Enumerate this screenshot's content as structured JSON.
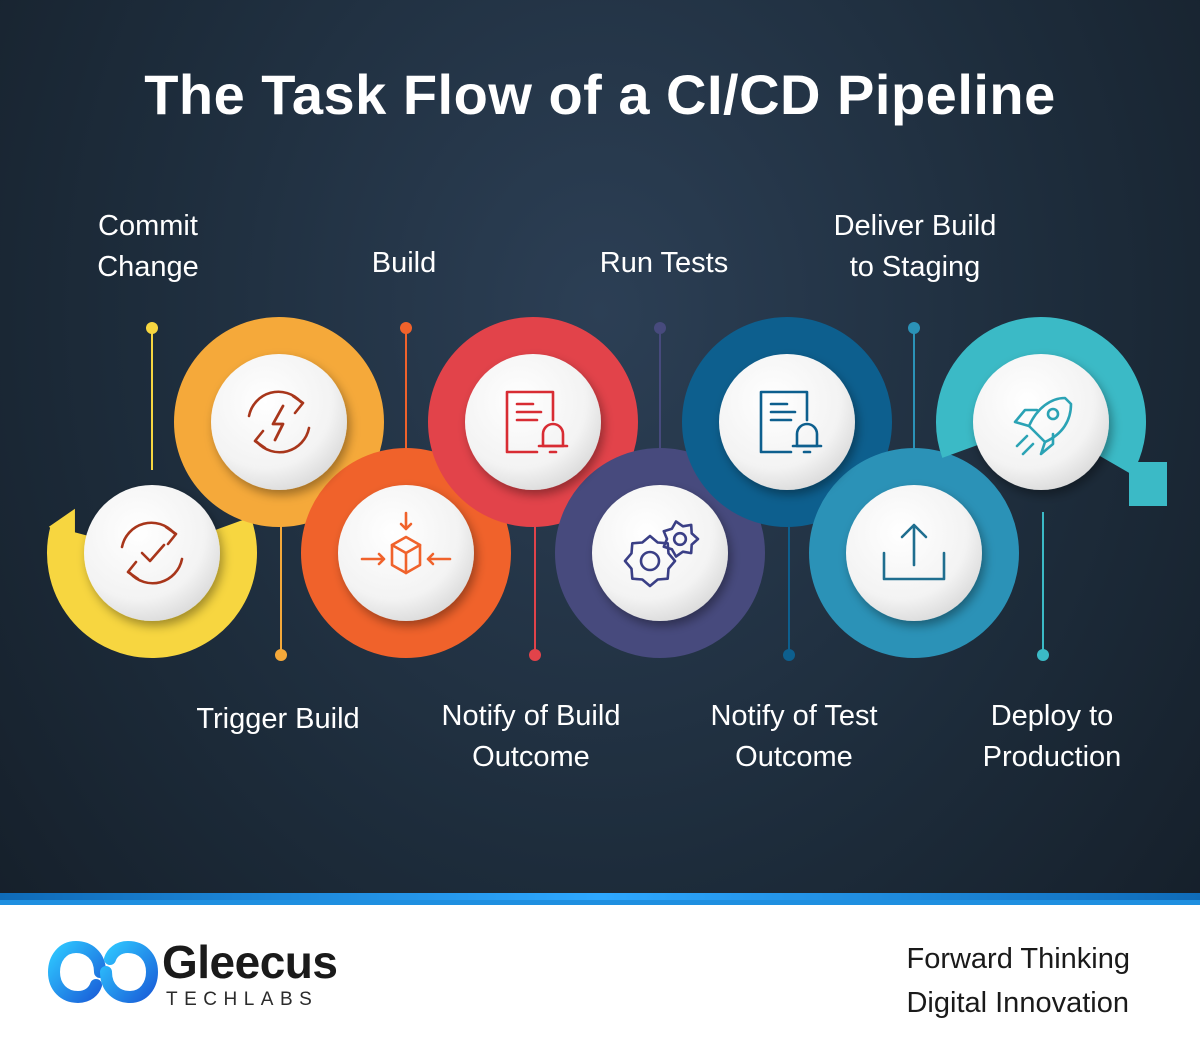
{
  "title": "The Task Flow of a CI/CD Pipeline",
  "steps": [
    {
      "label": "Commit\nChange",
      "icon": "sync-check-icon",
      "color": "#f7d640"
    },
    {
      "label": "Trigger Build",
      "icon": "sync-bolt-icon",
      "color": "#f5a93a"
    },
    {
      "label": "Build",
      "icon": "package-arrows-icon",
      "color": "#f0622b"
    },
    {
      "label": "Notify of Build\nOutcome",
      "icon": "document-bell-icon",
      "color": "#e2434a"
    },
    {
      "label": "Run Tests",
      "icon": "gears-icon",
      "color": "#474a7d"
    },
    {
      "label": "Notify of Test\nOutcome",
      "icon": "document-bell-icon",
      "color": "#0d5f8e"
    },
    {
      "label": "Deliver Build\nto Staging",
      "icon": "upload-icon",
      "color": "#2b92b7"
    },
    {
      "label": "Deploy to\nProduction",
      "icon": "rocket-icon",
      "color": "#3bbac6"
    }
  ],
  "brand": {
    "name": "Gleecus",
    "sub": "TECHLABS",
    "logo_icon": "infinity-loop-logo-icon",
    "colors": [
      "#2ec6ff",
      "#1a5fd9"
    ]
  },
  "tagline": "Forward Thinking\nDigital Innovation"
}
